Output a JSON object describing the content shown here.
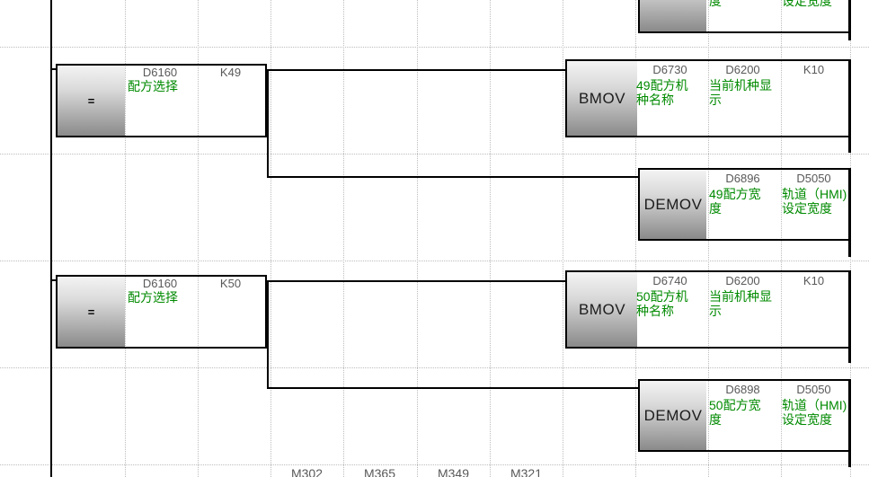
{
  "colors": {
    "comment_green": "#008a00",
    "device_gray": "#595959",
    "wire_black": "#000000"
  },
  "top_partial_block": {
    "comment_fragment_left": "度",
    "comment_fragment_right": "设定宽度"
  },
  "rung1": {
    "compare": {
      "op": "=",
      "source_device": "D6160",
      "source_comment": "配方选择",
      "value": "K49"
    },
    "bmov": {
      "label": "BMOV",
      "op1_device": "D6730",
      "op1_comment": "49配方机种名称",
      "op2_device": "D6200",
      "op2_comment": "当前机种显示",
      "op3_device": "K10"
    },
    "demov": {
      "label": "DEMOV",
      "op1_device": "D6896",
      "op1_comment": "49配方宽度",
      "op2_device": "D5050",
      "op2_comment": "轨道（HMI)设定宽度"
    }
  },
  "rung2": {
    "compare": {
      "op": "=",
      "source_device": "D6160",
      "source_comment": "配方选择",
      "value": "K50"
    },
    "bmov": {
      "label": "BMOV",
      "op1_device": "D6740",
      "op1_comment": "50配方机种名称",
      "op2_device": "D6200",
      "op2_comment": "当前机种显示",
      "op3_device": "K10"
    },
    "demov": {
      "label": "DEMOV",
      "op1_device": "D6898",
      "op1_comment": "50配方宽度",
      "op2_device": "D5050",
      "op2_comment": "轨道（HMI)设定宽度"
    }
  },
  "bottom_devices": {
    "d1": "M302",
    "d2": "M365",
    "d3": "M349",
    "d4": "M321"
  }
}
